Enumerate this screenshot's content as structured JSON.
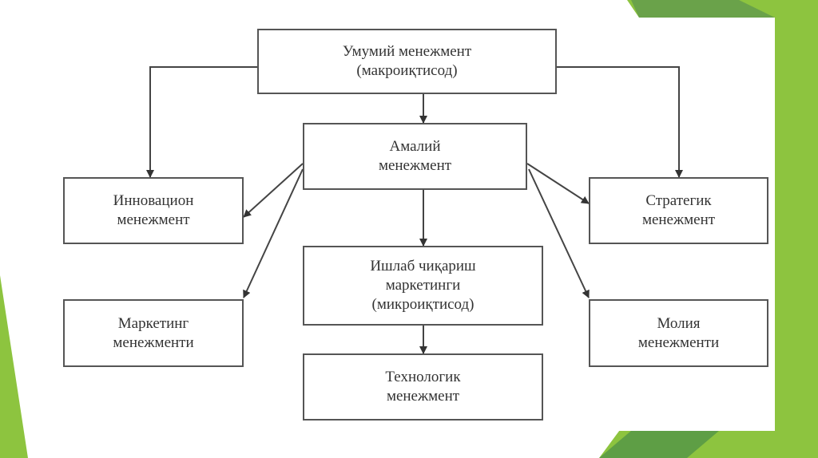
{
  "diagram": {
    "nodes": [
      {
        "id": "umumiy",
        "lines": [
          "Умумий менежмент",
          "(макроиқтисод)"
        ]
      },
      {
        "id": "amaliy",
        "lines": [
          "Амалий",
          "менежмент"
        ]
      },
      {
        "id": "innovatsion",
        "lines": [
          "Инновацион",
          "менежмент"
        ]
      },
      {
        "id": "strategik",
        "lines": [
          "Стратегик",
          "менежмент"
        ]
      },
      {
        "id": "ishlab",
        "lines": [
          "Ишлаб чиқариш",
          "маркетинги",
          "(микроиқтисод)"
        ]
      },
      {
        "id": "marketing",
        "lines": [
          "Маркетинг",
          "менежменти"
        ]
      },
      {
        "id": "moliya",
        "lines": [
          "Молия",
          "менежменти"
        ]
      },
      {
        "id": "texnologik",
        "lines": [
          "Технологик",
          "менежмент"
        ]
      }
    ],
    "edges": [
      [
        "umumiy",
        "innovatsion"
      ],
      [
        "umumiy",
        "strategik"
      ],
      [
        "umumiy",
        "amaliy"
      ],
      [
        "amaliy",
        "innovatsion"
      ],
      [
        "amaliy",
        "marketing"
      ],
      [
        "amaliy",
        "strategik"
      ],
      [
        "amaliy",
        "moliya"
      ],
      [
        "amaliy",
        "ishlab"
      ],
      [
        "ishlab",
        "texnologik"
      ]
    ],
    "colors": {
      "green_light": "#8dc43f",
      "green_dark": "#5e9e45",
      "line": "#444444"
    }
  }
}
